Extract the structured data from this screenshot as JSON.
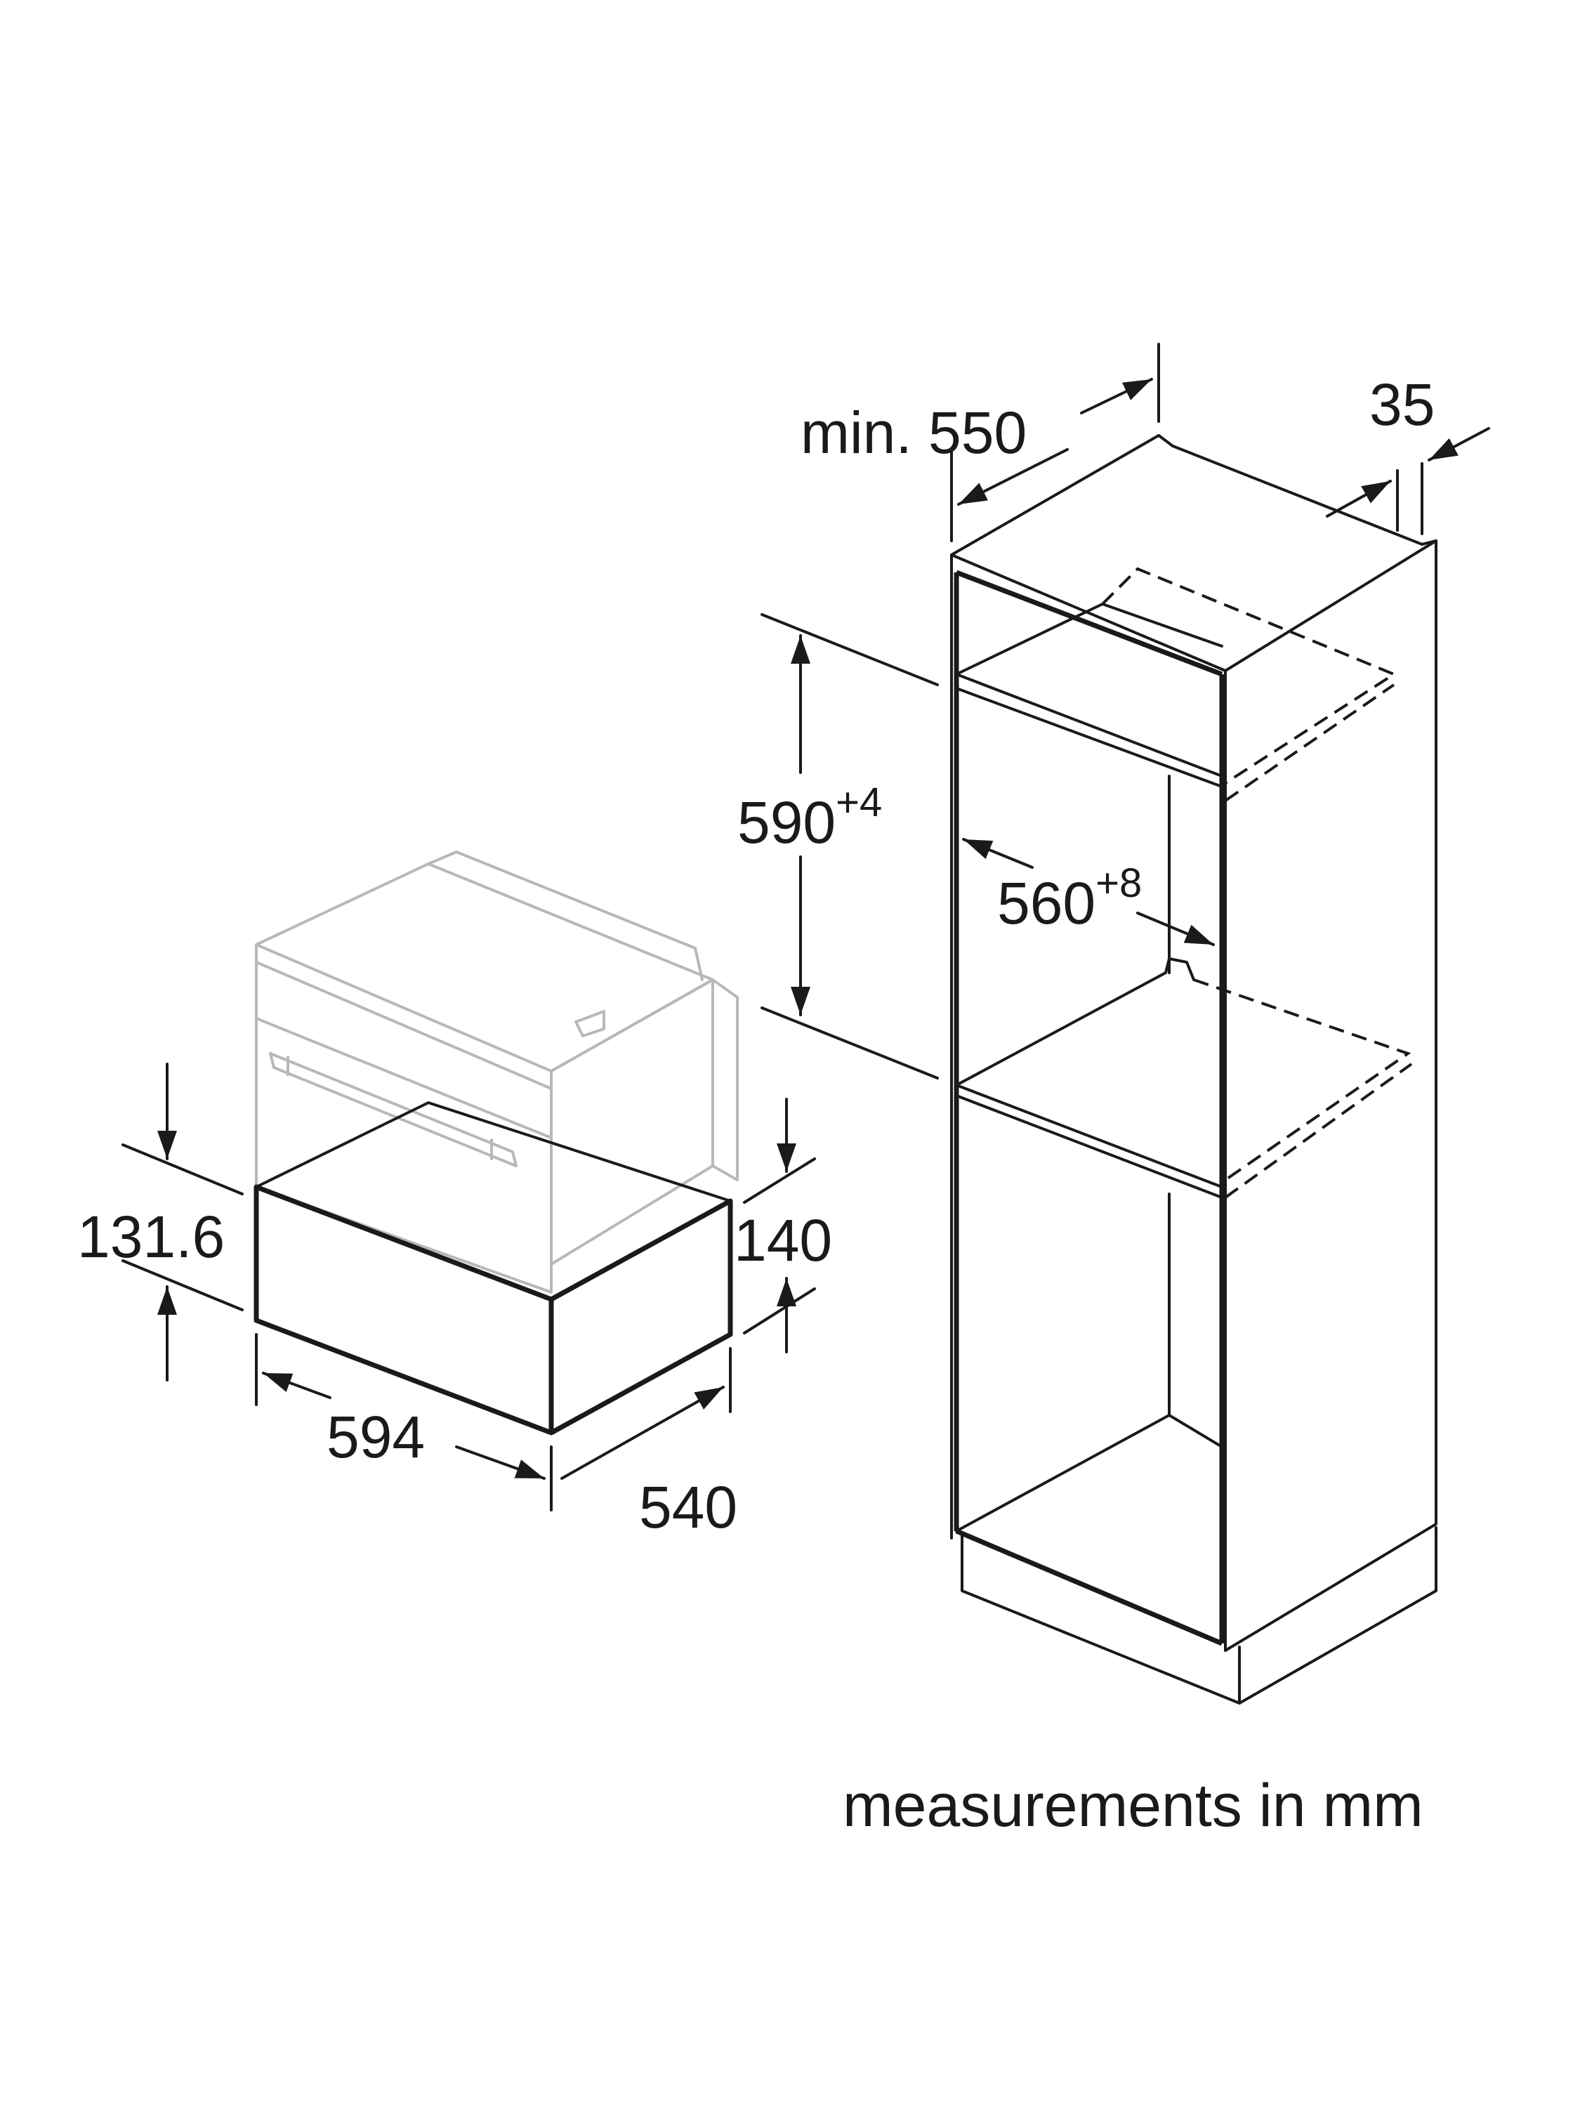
{
  "drawer": {
    "height_left": "131.6",
    "height_right": "140",
    "width": "594",
    "depth": "540"
  },
  "cabinet": {
    "min_depth": "min. 550",
    "gap": "35",
    "niche_height": "590",
    "niche_height_tolerance": "+4",
    "niche_width": "560",
    "niche_width_tolerance": "+8"
  },
  "note": "measurements in mm"
}
